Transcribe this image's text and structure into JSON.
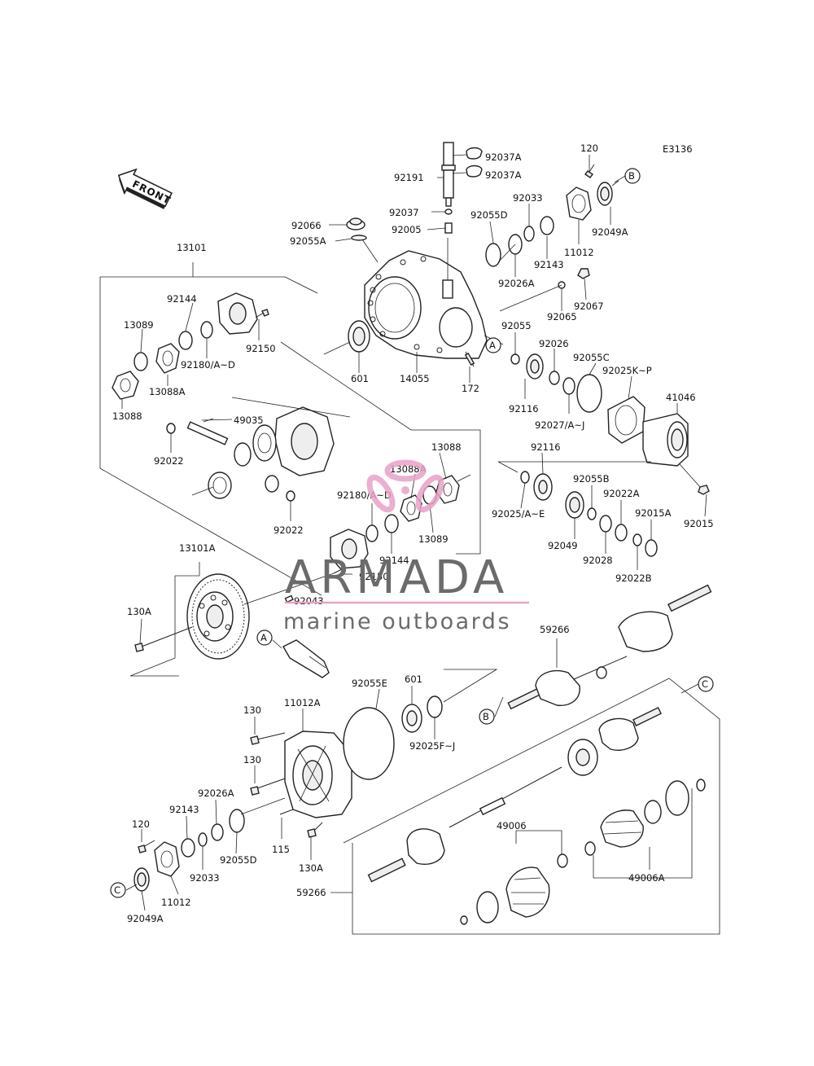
{
  "diagram_code": "E3136",
  "front_label": "FRONT",
  "watermark": {
    "brand": "ARMADA",
    "tagline": "marine outboards",
    "logo_color": "#e8a2c8",
    "text_color": "#6b6b6b"
  },
  "callouts": [
    "A",
    "B",
    "C"
  ],
  "part_labels": [
    "92037A",
    "92037A",
    "92191",
    "92037",
    "92005",
    "92066",
    "92055A",
    "120",
    "92033",
    "92055D",
    "92049A",
    "92143",
    "11012",
    "92026A",
    "92065",
    "92067",
    "13101",
    "92144",
    "13089",
    "92180/A~D",
    "92150",
    "13088A",
    "13088",
    "49035",
    "92022",
    "601",
    "14055",
    "172",
    "92055",
    "92026",
    "92055C",
    "92025K~P",
    "92116",
    "92027/A~J",
    "41046",
    "13088",
    "13088A",
    "92180/A~D",
    "13089",
    "92022",
    "92144",
    "92150",
    "92116",
    "92055B",
    "92025/A~E",
    "92022A",
    "92015A",
    "92015",
    "92049",
    "92028",
    "92022B",
    "13101A",
    "92043",
    "130A",
    "59266",
    "92055E",
    "601",
    "92025F~J",
    "130",
    "11012A",
    "130",
    "92026A",
    "92143",
    "120",
    "92055D",
    "115",
    "130A",
    "92033",
    "11012",
    "92049A",
    "49006",
    "59266",
    "49006A"
  ]
}
